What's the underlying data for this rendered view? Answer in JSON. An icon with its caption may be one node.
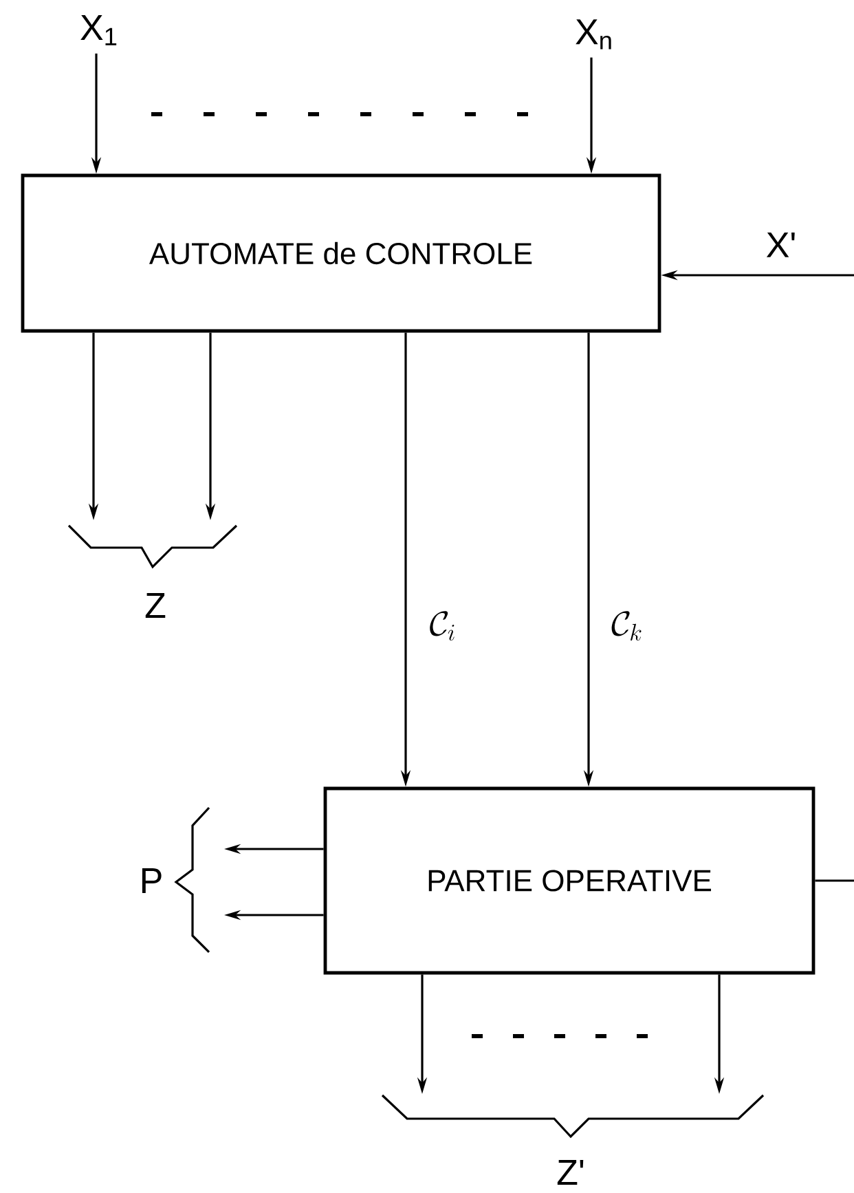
{
  "diagram": {
    "nodes": [
      {
        "text": [
          "X$_{1}$"
        ]
      },
      {
        "text": [
          "X$_{n}$"
        ]
      },
      {
        "text": [
          "AUTOMATE de CONTROLE"
        ]
      },
      {
        "text": [
          "PARTIE OPERATIVE"
        ]
      },
      {
        "text": [
          "Z"
        ]
      },
      {
        "text": [
          "P"
        ]
      },
      {
        "text": [
          "Z'"
        ]
      }
    ],
    "edges": [
      {
        "from": 0,
        "to": 2,
        "arrow": "to"
      },
      {
        "from": 1,
        "to": 2,
        "arrow": "to"
      },
      {
        "from": null,
        "to": 2,
        "arrow": "to",
        "label": "X'"
      },
      {
        "from": 2,
        "to": 4,
        "arrow": "to"
      },
      {
        "from": 2,
        "to": 4,
        "arrow": "to"
      },
      {
        "from": 2,
        "to": 3,
        "arrow": "to",
        "label": "\\mathcal{C}_i"
      },
      {
        "from": 2,
        "to": 3,
        "arrow": "to",
        "label": "\\mathcal{C}_k"
      },
      {
        "from": 3,
        "to": 5,
        "arrow": "to"
      },
      {
        "from": 3,
        "to": 5,
        "arrow": "to"
      },
      {
        "from": 3,
        "to": 6,
        "arrow": "to"
      },
      {
        "from": 3,
        "to": 6,
        "arrow": "to"
      },
      {
        "from": 3,
        "to": null,
        "arrow": "none"
      }
    ]
  }
}
